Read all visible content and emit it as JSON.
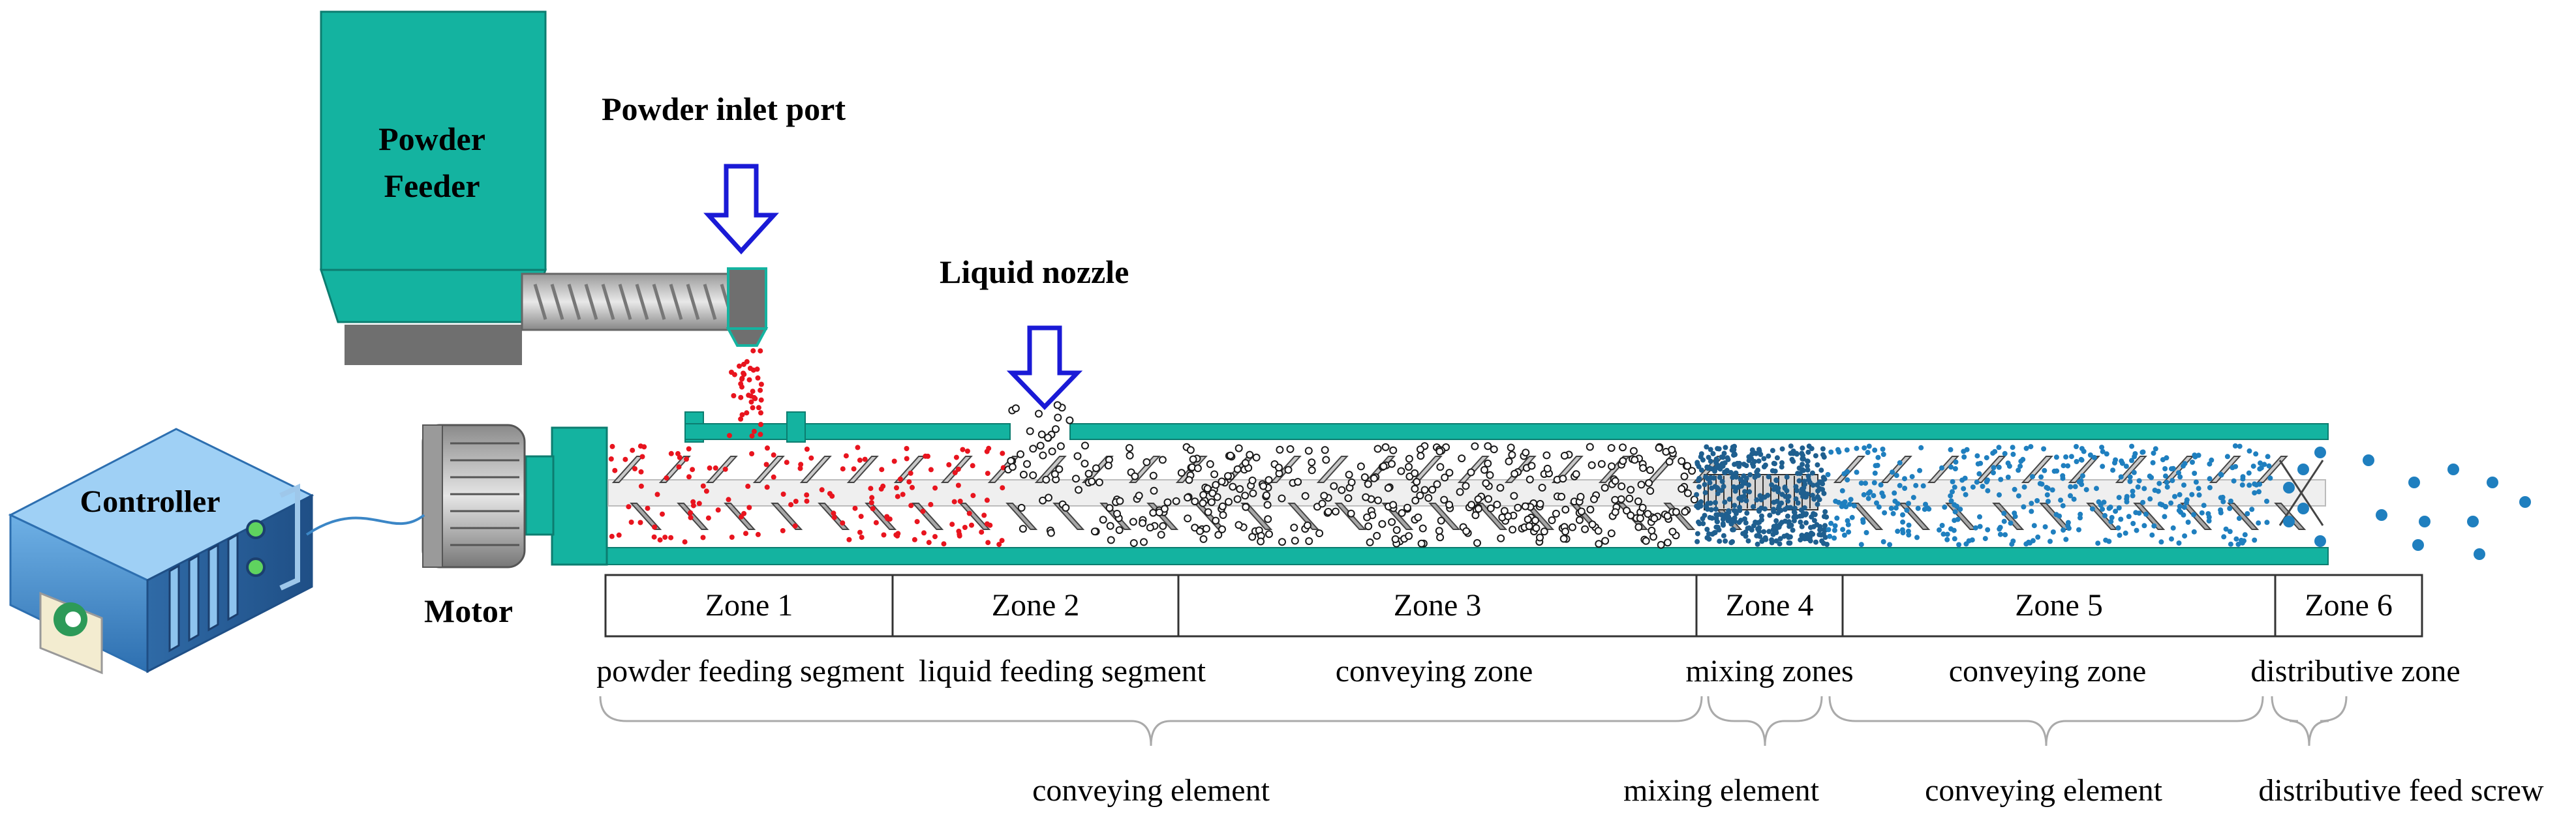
{
  "title_labels": {
    "powder_feeder": [
      "Powder",
      "Feeder"
    ],
    "powder_inlet_port": "Powder inlet port",
    "liquid_nozzle": "Liquid nozzle",
    "controller": "Controller",
    "motor": "Motor"
  },
  "zones": [
    {
      "label": "Zone 1",
      "description": "powder feeding segment"
    },
    {
      "label": "Zone 2",
      "description": "liquid feeding segment"
    },
    {
      "label": "Zone 3",
      "description": "conveying zone"
    },
    {
      "label": "Zone 4",
      "description": "mixing zones"
    },
    {
      "label": "Zone 5",
      "description": "conveying zone"
    },
    {
      "label": "Zone 6",
      "description": "distributive zone"
    }
  ],
  "elements": [
    {
      "label": "conveying element"
    },
    {
      "label": "mixing element"
    },
    {
      "label": "conveying element"
    },
    {
      "label": "distributive feed screw"
    }
  ],
  "colors": {
    "barrel_teal": "#14b3a0",
    "arrow_blue": "#1a1ad6",
    "powder_red": "#e8141e",
    "particle_dark": "#1a1a1a",
    "particle_blue": "#1f7fbf",
    "controller_blue": "#3b86c6"
  },
  "icons": [
    "down-arrow-icon",
    "gear-icon",
    "motor-icon",
    "controller-icon"
  ]
}
